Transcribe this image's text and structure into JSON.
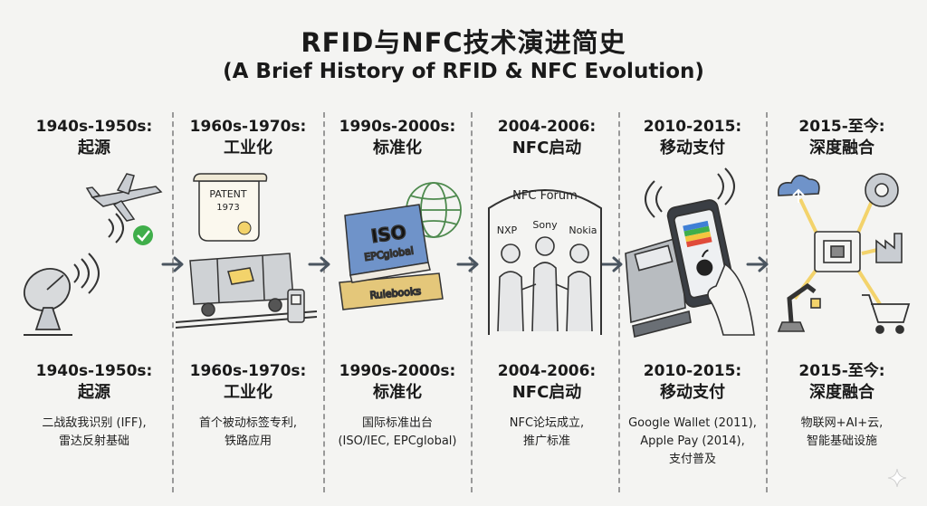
{
  "title": "RFID与NFC技术演进简史",
  "subtitle": "(A Brief History of RFID & NFC Evolution)",
  "stages": [
    {
      "date": "1940s-1950s:",
      "phase": "起源",
      "desc": [
        "二战敌我识别 (IFF),",
        "雷达反射基础"
      ]
    },
    {
      "date": "1960s-1970s:",
      "phase": "工业化",
      "desc": [
        "首个被动标签专利,",
        "铁路应用"
      ]
    },
    {
      "date": "1990s-2000s:",
      "phase": "标准化",
      "desc": [
        "国际标准出台",
        "(ISO/IEC, EPCglobal)"
      ]
    },
    {
      "date": "2004-2006:",
      "phase": "NFC启动",
      "desc": [
        "NFC论坛成立,",
        "推广标准"
      ]
    },
    {
      "date": "2010-2015:",
      "phase": "移动支付",
      "desc": [
        "Google Wallet (2011),",
        "Apple Pay (2014),",
        "支付普及"
      ]
    },
    {
      "date": "2015-至今:",
      "phase": "深度融合",
      "desc": [
        "物联网+AI+云,",
        "智能基础设施"
      ]
    }
  ],
  "illustrations": {
    "patent_line1": "PATENT",
    "patent_line2": "1973",
    "book_iso": "ISO",
    "book_epc": "EPCglobal",
    "book_rules": "Rulebooks",
    "forum_title": "NFC Forum",
    "forum_member_1": "NXP",
    "forum_member_2": "Sony",
    "forum_member_3": "Nokia"
  },
  "colors": {
    "accent_green": "#3fae4a",
    "tag_yellow": "#f3d36b",
    "book_blue": "#6f93c9",
    "arrow_gray": "#4a5560",
    "globe_green": "#4e8a4e"
  }
}
